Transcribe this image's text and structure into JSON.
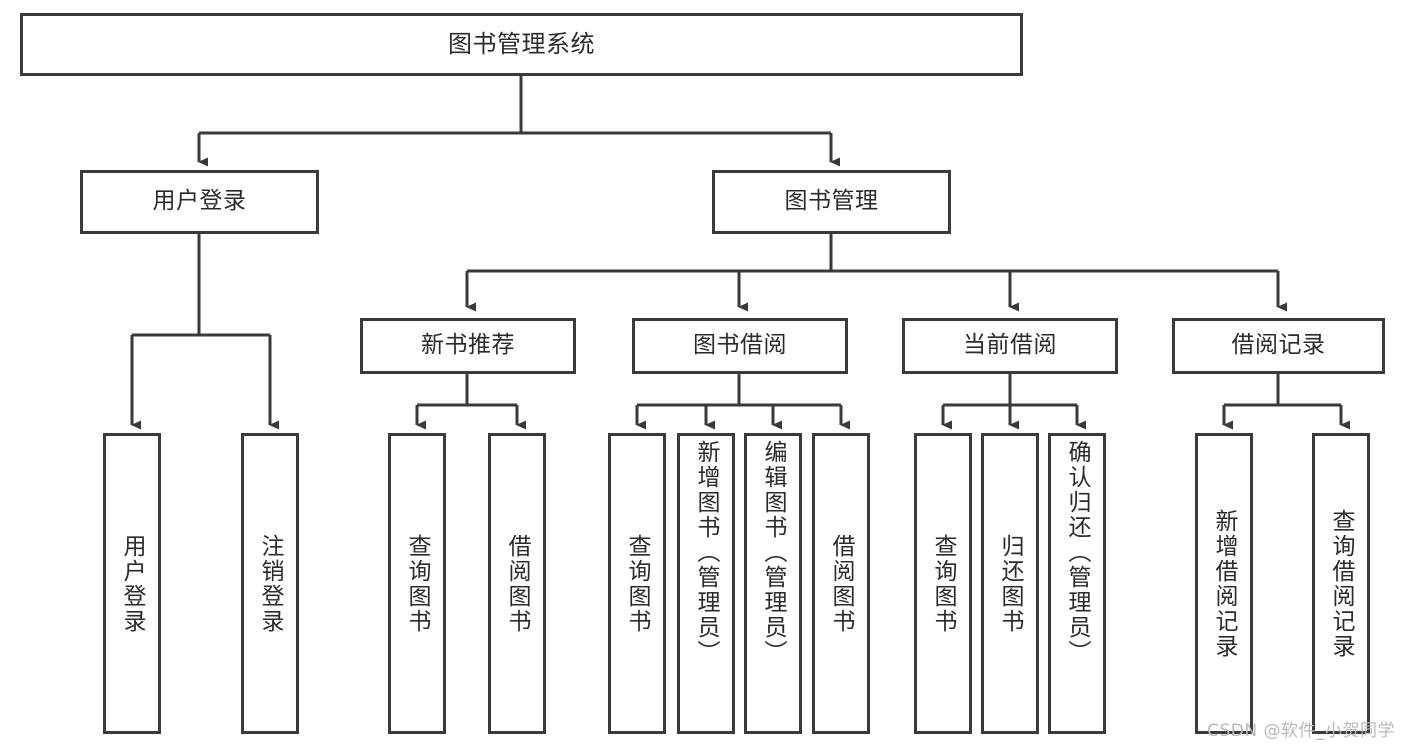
{
  "diagram": {
    "type": "tree",
    "title": "图书管理系统",
    "orientation": "top-down",
    "style": {
      "box_border_color": "#3a3a3a",
      "box_fill_color": "#ffffff",
      "edge_color": "#3a3a3a",
      "text_color": "#2b2b2b",
      "background_color": "#ffffff",
      "watermark_color": "#b9b9b9"
    },
    "nodes": {
      "root": {
        "label": "图书管理系统"
      },
      "level1": [
        {
          "label": "用户登录"
        },
        {
          "label": "图书管理"
        }
      ],
      "level2": [
        {
          "label": "新书推荐"
        },
        {
          "label": "图书借阅"
        },
        {
          "label": "当前借阅"
        },
        {
          "label": "借阅记录"
        }
      ],
      "leaves": {
        "user_login": [
          {
            "label": "用户登录"
          },
          {
            "label": "注销登录"
          }
        ],
        "new_book_recommend": [
          {
            "label": "查询图书"
          },
          {
            "label": "借阅图书"
          }
        ],
        "book_borrow": [
          {
            "label": "查询图书"
          },
          {
            "label": "新增图书（管理员）"
          },
          {
            "label": "编辑图书（管理员）"
          },
          {
            "label": "借阅图书"
          }
        ],
        "current_borrow": [
          {
            "label": "查询图书"
          },
          {
            "label": "归还图书"
          },
          {
            "label": "确认归还（管理员）"
          }
        ],
        "borrow_record": [
          {
            "label": "新增借阅记录"
          },
          {
            "label": "查询借阅记录"
          }
        ]
      }
    },
    "watermark": "CSDN @软件_小贺同学"
  }
}
